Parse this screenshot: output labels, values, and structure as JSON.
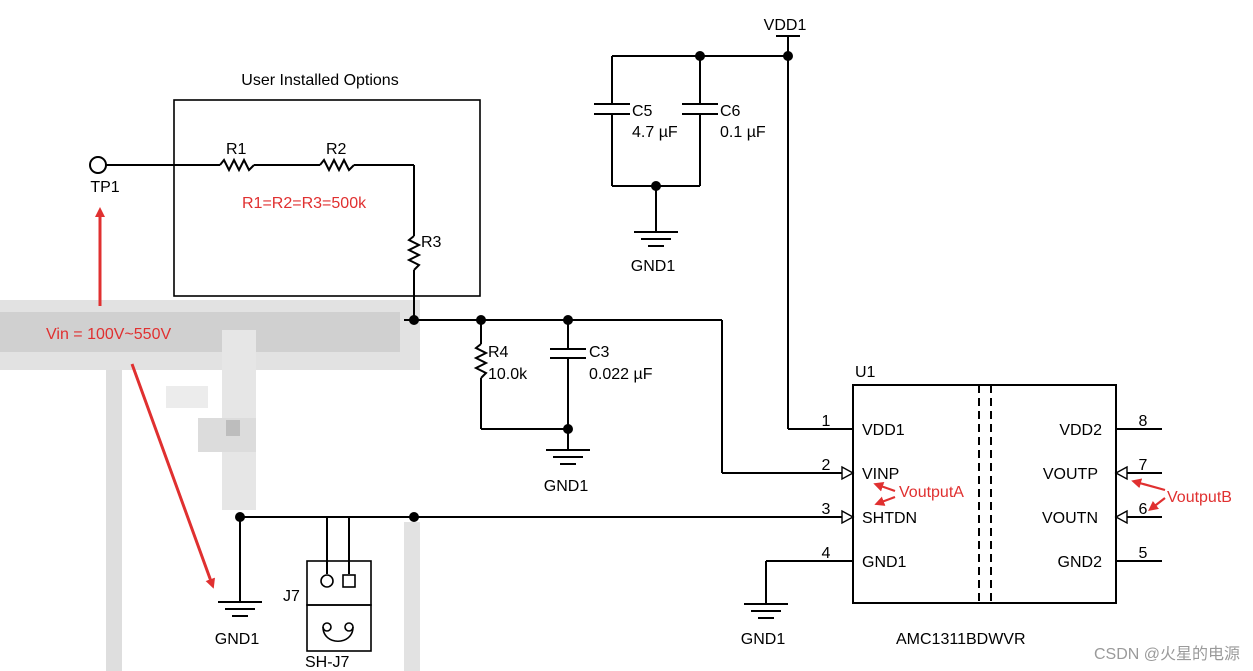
{
  "option_box": {
    "title": "User Installed Options"
  },
  "testpoint": {
    "label": "TP1"
  },
  "resistors": {
    "r1": "R1",
    "r2": "R2",
    "r3": "R3",
    "r4": "R4",
    "r4_value": "10.0k",
    "equation": "R1=R2=R3=500k"
  },
  "capacitors": {
    "c3": "C3",
    "c3_value": "0.022 µF",
    "c5": "C5",
    "c5_value": "4.7 µF",
    "c6": "C6",
    "c6_value": "0.1 µF"
  },
  "power": {
    "vdd1": "VDD1",
    "gnd1": "GND1"
  },
  "jumper": {
    "ref": "J7",
    "shunt": "SH-J7"
  },
  "ic": {
    "ref": "U1",
    "part": "AMC1311BDWVR",
    "left_pins": [
      {
        "num": "1",
        "name": "VDD1"
      },
      {
        "num": "2",
        "name": "VINP"
      },
      {
        "num": "3",
        "name": "SHTDN"
      },
      {
        "num": "4",
        "name": "GND1"
      }
    ],
    "right_pins": [
      {
        "num": "8",
        "name": "VDD2"
      },
      {
        "num": "7",
        "name": "VOUTP"
      },
      {
        "num": "6",
        "name": "VOUTN"
      },
      {
        "num": "5",
        "name": "GND2"
      }
    ]
  },
  "annotations": {
    "vin": "Vin = 100V~550V",
    "voutputA": "VoutputA",
    "voutputB": "VoutputB"
  },
  "watermark": "CSDN @火星的电源",
  "colors": {
    "annotation": "#e03030",
    "wire": "#000000",
    "blur": "#d8d8d8"
  }
}
